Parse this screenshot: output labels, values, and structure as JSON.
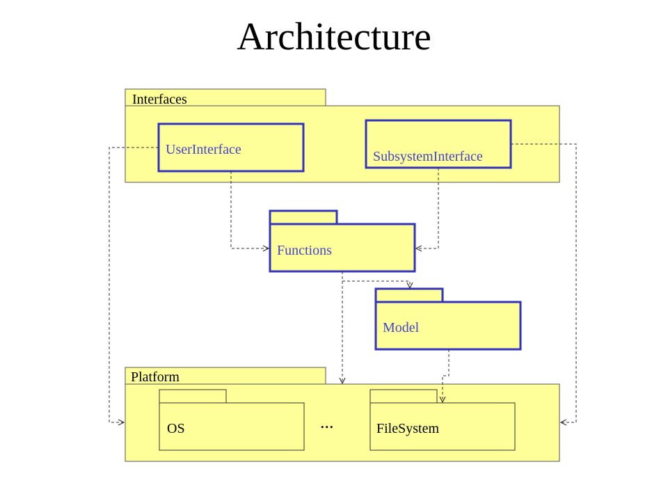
{
  "title": "Architecture",
  "colors": {
    "package_fill": "#ffff99",
    "outer_stroke": "#555555",
    "highlight_stroke": "#3333bb",
    "highlight_text": "#4444cc",
    "plain_stroke": "#333333",
    "plain_text": "#000000",
    "arrow": "#333333"
  },
  "packages": {
    "interfaces": {
      "label": "Interfaces"
    },
    "user_interface": {
      "label": "UserInterface"
    },
    "subsystem_interface": {
      "label": "SubsystemInterface"
    },
    "functions": {
      "label": "Functions"
    },
    "model": {
      "label": "Model"
    },
    "platform": {
      "label": "Platform"
    },
    "os": {
      "label": "OS"
    },
    "filesystem": {
      "label": "FileSystem"
    }
  },
  "ellipsis": "..."
}
